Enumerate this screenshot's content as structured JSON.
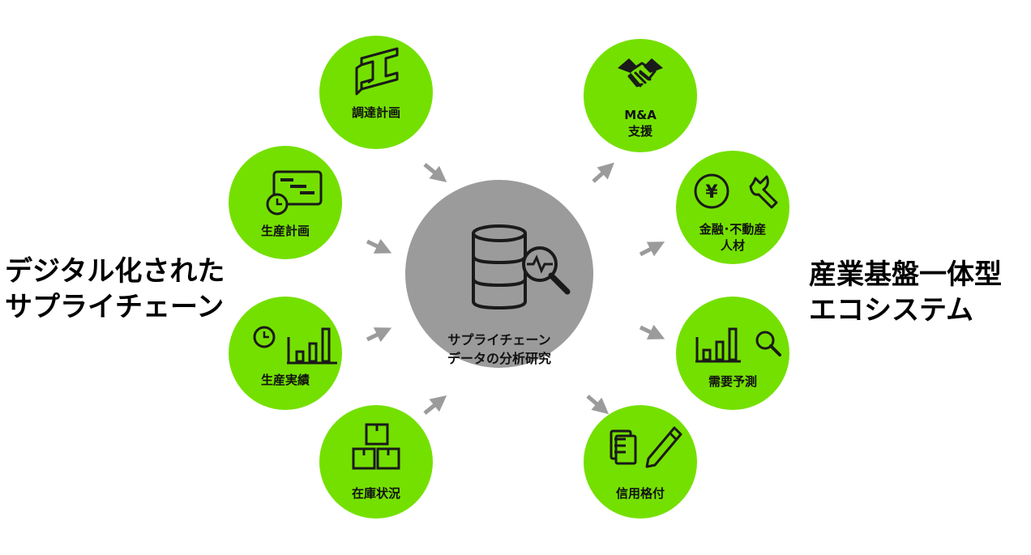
{
  "left_label": [
    "デジタル化された",
    "サプライチェーン"
  ],
  "right_label": [
    "産業基盤一体型",
    "エコシステム"
  ],
  "center": {
    "label": [
      "サプライチェーン",
      "データの分析研究"
    ],
    "icon": "database-analysis-icon"
  },
  "left_nodes": [
    {
      "label": [
        "調達計画"
      ],
      "icon": "steel-beam-icon"
    },
    {
      "label": [
        "生産計画"
      ],
      "icon": "schedule-chart-clock-icon"
    },
    {
      "label": [
        "生産実績"
      ],
      "icon": "clock-bar-chart-icon"
    },
    {
      "label": [
        "在庫状況"
      ],
      "icon": "stacked-boxes-icon"
    }
  ],
  "right_nodes": [
    {
      "label": [
        "M&A",
        "支援"
      ],
      "icon": "handshake-icon"
    },
    {
      "label": [
        "金融･不動産",
        "人材"
      ],
      "icon": "yen-coin-wrench-icon"
    },
    {
      "label": [
        "需要予測"
      ],
      "icon": "bar-chart-magnifier-icon"
    },
    {
      "label": [
        "信用格付"
      ],
      "icon": "document-pen-icon"
    }
  ],
  "colors": {
    "node": "#74e000",
    "center": "#9b9b9b",
    "arrow": "#9b9b9b",
    "icon": "#1a1a1a",
    "accent": "#74e000"
  }
}
